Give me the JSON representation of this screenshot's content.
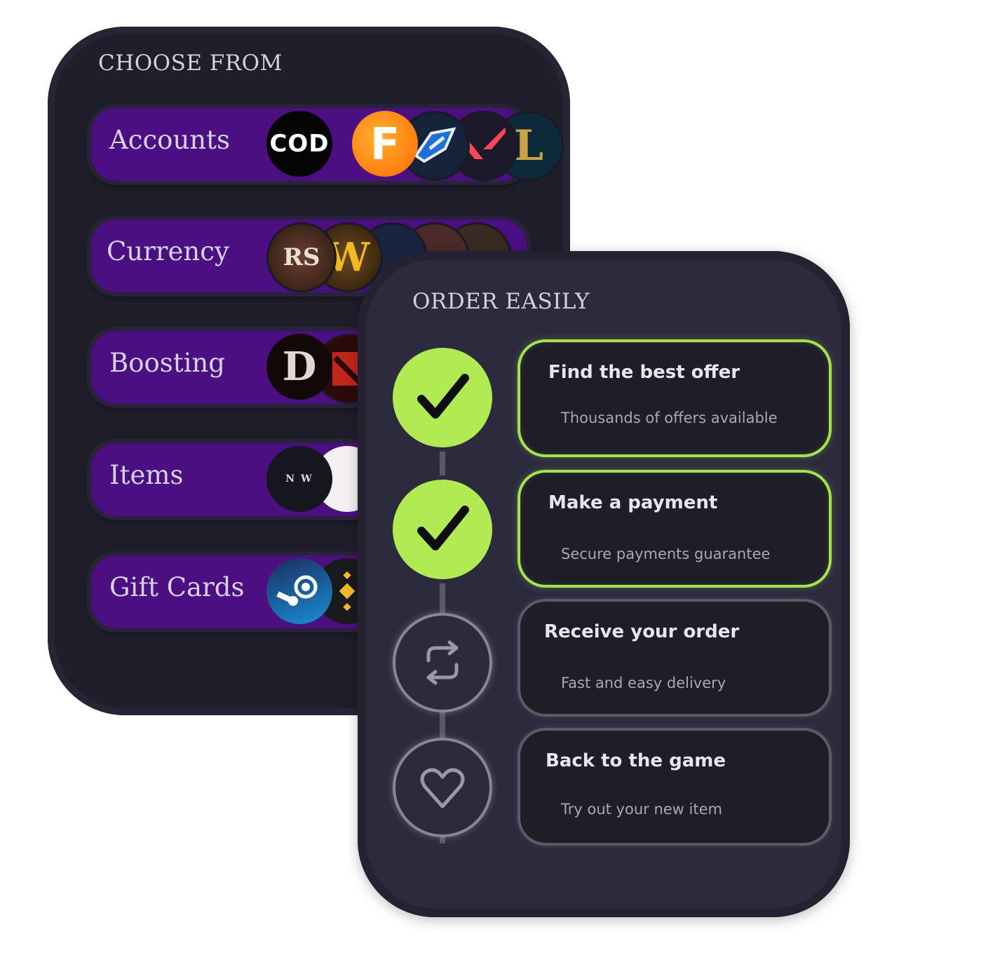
{
  "choose": {
    "title": "CHOOSE FROM",
    "categories": [
      {
        "label": "Accounts",
        "logos": [
          "cod-logo",
          "f-logo",
          "rocket-league-logo",
          "valorant-logo",
          "league-logo"
        ]
      },
      {
        "label": "Currency",
        "logos": [
          "runescape-logo",
          "wow-logo",
          "game-logo-3",
          "game-logo-4",
          "path-of-exile-logo"
        ]
      },
      {
        "label": "Boosting",
        "logos": [
          "diablo-logo",
          "dota-logo"
        ]
      },
      {
        "label": "Items",
        "logos": [
          "new-world-logo",
          "genshin-logo"
        ]
      },
      {
        "label": "Gift Cards",
        "logos": [
          "steam-logo",
          "binance-logo"
        ]
      }
    ],
    "logo_text": {
      "cod": "COD",
      "f": "F",
      "l": "L",
      "rs": "RS",
      "w": "W",
      "d": "D",
      "nw": "N W"
    }
  },
  "order": {
    "title": "ORDER EASILY",
    "steps": [
      {
        "title": "Find the best offer",
        "subtitle": "Thousands of offers available",
        "status": "done",
        "icon": "check-icon"
      },
      {
        "title": "Make a payment",
        "subtitle": "Secure payments guarantee",
        "status": "done",
        "icon": "check-icon"
      },
      {
        "title": "Receive your order",
        "subtitle": "Fast and easy delivery",
        "status": "pending",
        "icon": "exchange-icon"
      },
      {
        "title": "Back to the game",
        "subtitle": "Try out your new item",
        "status": "pending",
        "icon": "heart-icon"
      }
    ]
  },
  "colors": {
    "row_purple": "#4b0f82",
    "accent_green": "#b2ea53",
    "panel_dark": "#1f1e2b",
    "panel_order": "#2c2a3d"
  }
}
